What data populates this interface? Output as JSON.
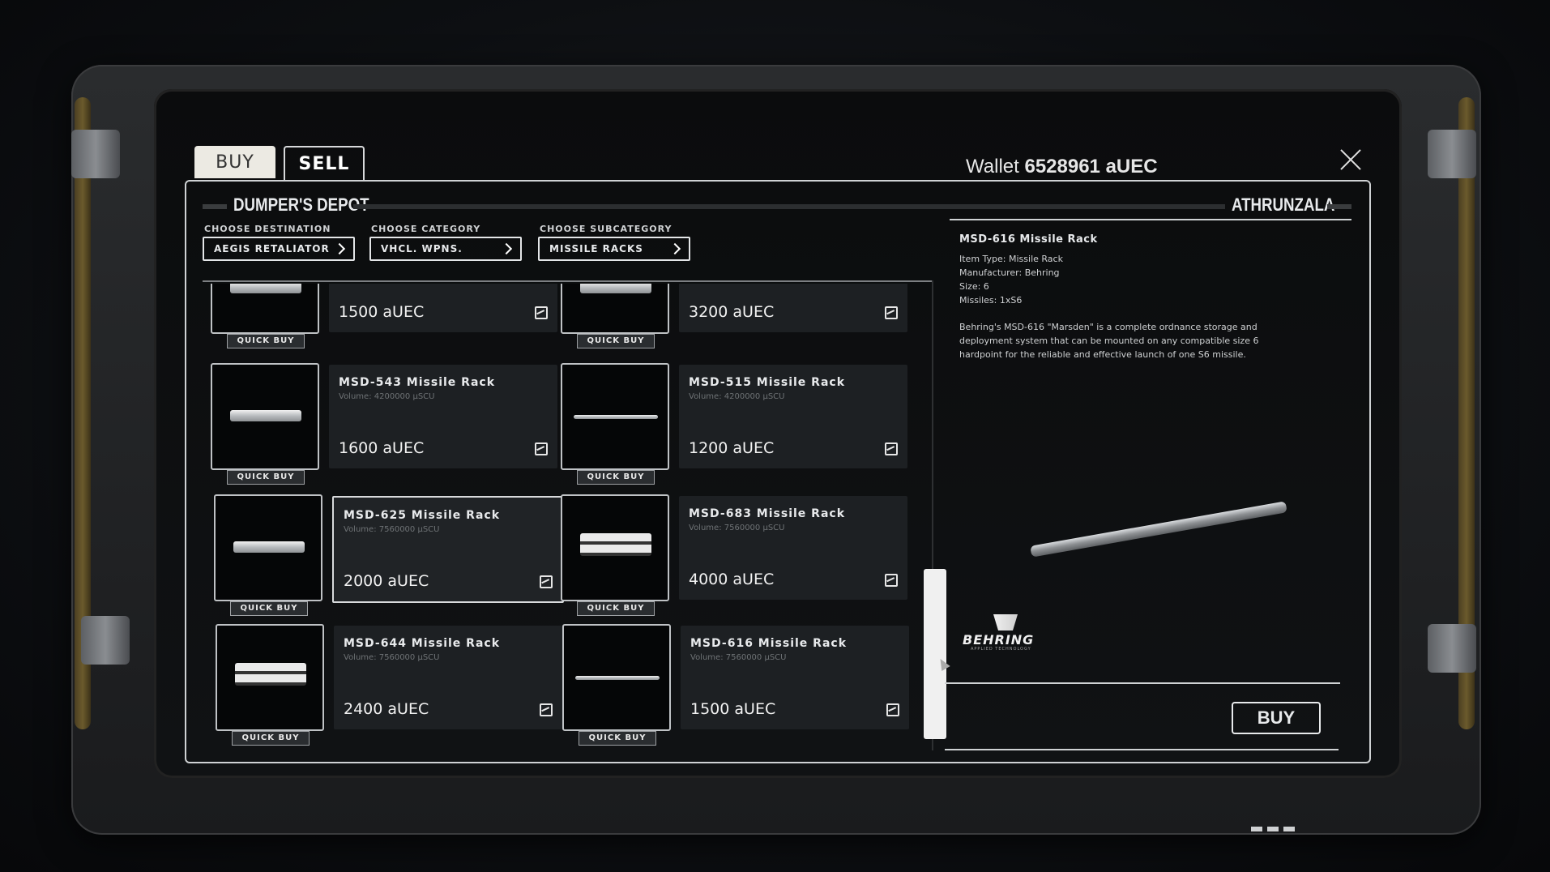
{
  "tabs": {
    "buy": "BUY",
    "sell": "SELL"
  },
  "wallet": {
    "label": "Wallet",
    "amount": "6528961 aUEC"
  },
  "store": {
    "name": "DUMPER'S DEPOT",
    "location": "ATHRUNZALA"
  },
  "filters": {
    "destination": {
      "label": "CHOOSE DESTINATION",
      "value": "AEGIS RETALIATOR"
    },
    "category": {
      "label": "CHOOSE CATEGORY",
      "value": "VHCL. WPNS."
    },
    "subcategory": {
      "label": "CHOOSE SUBCATEGORY",
      "value": "MISSILE RACKS"
    }
  },
  "quick_buy_label": "QUICK BUY",
  "items": [
    {
      "name": "",
      "volume": "",
      "price": "1500 aUEC"
    },
    {
      "name": "",
      "volume": "",
      "price": "3200 aUEC"
    },
    {
      "name": "MSD-543 Missile Rack",
      "volume": "Volume: 4200000 µSCU",
      "price": "1600 aUEC"
    },
    {
      "name": "MSD-515 Missile Rack",
      "volume": "Volume: 4200000 µSCU",
      "price": "1200 aUEC"
    },
    {
      "name": "MSD-625 Missile Rack",
      "volume": "Volume: 7560000 µSCU",
      "price": "2000 aUEC"
    },
    {
      "name": "MSD-683 Missile Rack",
      "volume": "Volume: 7560000 µSCU",
      "price": "4000 aUEC"
    },
    {
      "name": "MSD-644 Missile Rack",
      "volume": "Volume: 7560000 µSCU",
      "price": "2400 aUEC"
    },
    {
      "name": "MSD-616 Missile Rack",
      "volume": "Volume: 7560000 µSCU",
      "price": "1500 aUEC"
    }
  ],
  "detail": {
    "title": "MSD-616 Missile Rack",
    "item_type": "Item Type: Missile Rack",
    "manufacturer": "Manufacturer: Behring",
    "size": "Size: 6",
    "missiles": "Missiles: 1xS6",
    "description": "Behring's MSD-616 \"Marsden\" is a complete ordnance storage and deployment system that can be mounted on any compatible size 6 hardpoint for the reliable and effective launch of one S6 missile.",
    "brand": "BEHRING",
    "brand_sub": "APPLIED TECHNOLOGY",
    "buy_label": "BUY"
  },
  "icons": {
    "close": "close-icon",
    "compare": "compare-icon",
    "chevron": "chevron-right-icon"
  }
}
